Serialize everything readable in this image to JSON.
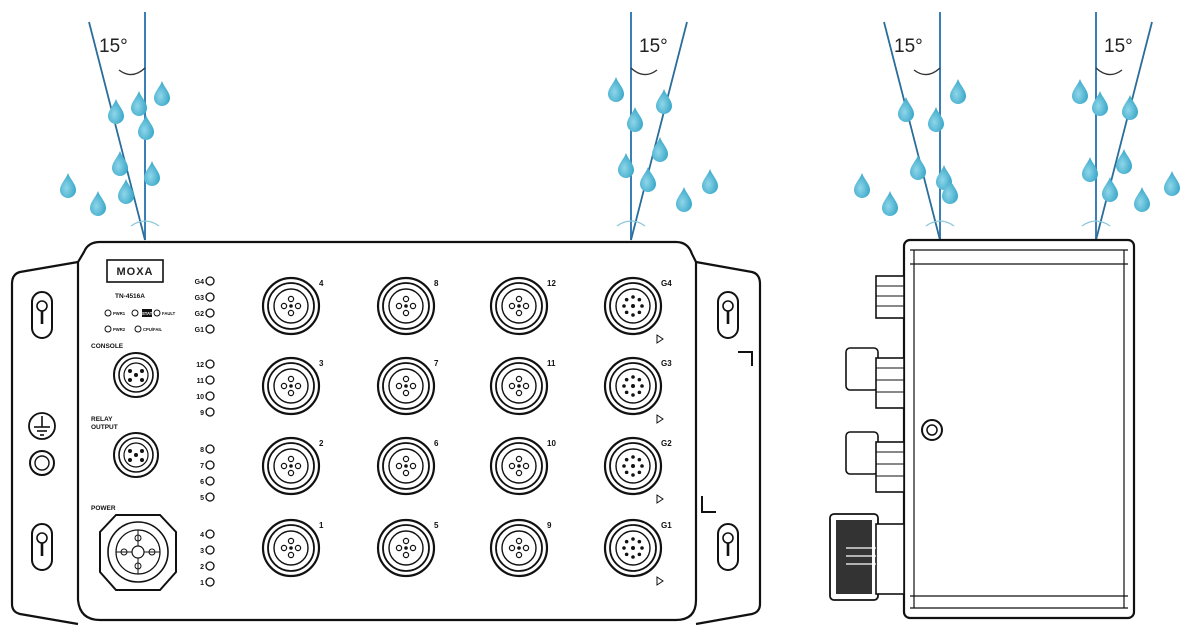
{
  "spray_angles": [
    {
      "label": "15°",
      "id": "spray-1"
    },
    {
      "label": "15°",
      "id": "spray-2"
    },
    {
      "label": "15°",
      "id": "spray-3"
    },
    {
      "label": "15°",
      "id": "spray-4"
    }
  ],
  "device": {
    "brand": "MOXA",
    "model": "TN-4516A",
    "led_legend": [
      "PWR1",
      "STATE",
      "FAULT",
      "PWR2",
      "CPU/FAIL"
    ],
    "console_label": "CONSOLE",
    "relay_label_line1": "RELAY",
    "relay_label_line2": "OUTPUT",
    "power_label": "POWER",
    "led_groups": [
      [
        "G4",
        "G3",
        "G2",
        "G1"
      ],
      [
        "12",
        "11",
        "10",
        "9"
      ],
      [
        "8",
        "7",
        "6",
        "5"
      ],
      [
        "4",
        "3",
        "2",
        "1"
      ]
    ],
    "port_rows": [
      [
        "4",
        "8",
        "12",
        "G4"
      ],
      [
        "3",
        "7",
        "11",
        "G3"
      ],
      [
        "2",
        "6",
        "10",
        "G2"
      ],
      [
        "1",
        "5",
        "9",
        "G1"
      ]
    ]
  },
  "colors": {
    "water": "#5bbfd9",
    "water_dark": "#2a9fc2",
    "line": "#111111",
    "vertical_line": "#3a7fb5"
  }
}
